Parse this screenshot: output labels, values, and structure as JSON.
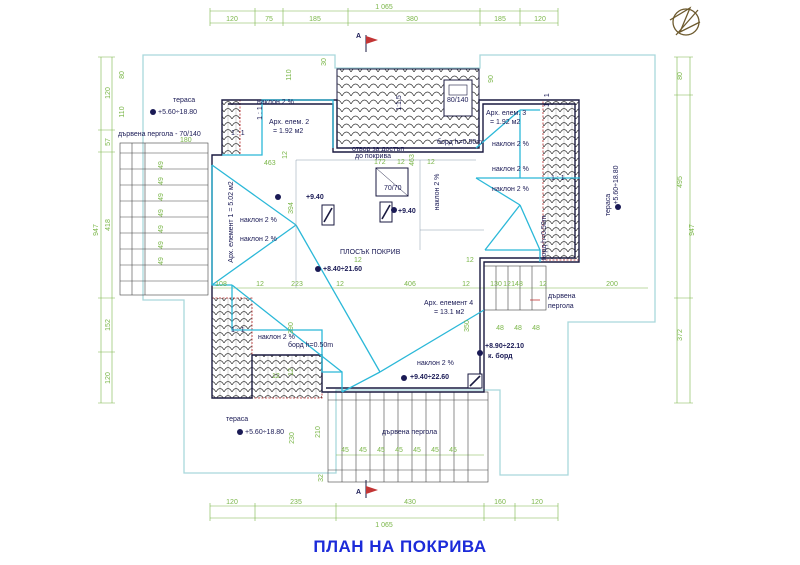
{
  "title": "ПЛАН НА ПОКРИВА",
  "colors": {
    "outline": "#1a1a40",
    "cyan": "#2bb8d8",
    "terrace": "#a9d8dc",
    "dimension": "#7ab648",
    "label": "#1a1a55",
    "title": "#1c2bd9",
    "tile_edge": "#b02020"
  },
  "section_marker": "A",
  "dims": {
    "top_total": "1 065",
    "top_segments": [
      "120",
      "75",
      "185",
      "380",
      "185",
      "120"
    ],
    "bottom_total": "1 065",
    "bottom_segments": [
      "120",
      "235",
      "430",
      "160",
      "120"
    ],
    "left_total": "947",
    "left_segments": [
      "120",
      "57",
      "418",
      "152",
      "120"
    ],
    "left_inner": [
      "80",
      "110",
      "180",
      "49",
      "49",
      "49",
      "49",
      "49",
      "49",
      "49"
    ],
    "right_total": "947",
    "right_segments": [
      "80",
      "495",
      "372"
    ],
    "mid_row": [
      "108",
      "12",
      "223",
      "12",
      "406",
      "12",
      "130",
      "12",
      "148",
      "12",
      "200"
    ],
    "misc": [
      "30",
      "110",
      "90",
      "463",
      "12",
      "172",
      "12",
      "463",
      "12",
      "394",
      "12",
      "12",
      "350",
      "390",
      "12",
      "230",
      "210",
      "45",
      "45",
      "45",
      "45",
      "45",
      "45",
      "45",
      "48",
      "48",
      "48",
      "32",
      "12"
    ]
  },
  "labels": {
    "terrace": "тераса",
    "terrace_level_tl": "+5.60÷18.80",
    "terrace_level_right": "+5.60÷18.80",
    "terrace_level_bl": "+5.60÷18.80",
    "pergola_left": "дървена пергола - 70/140",
    "pergola_bottom": "дървена пергола",
    "pergola_right_1": "дървена",
    "pergola_right_2": "пергола",
    "slope": "наклон 2 %",
    "arch2_1": "Арх. елем. 2",
    "arch2_2": "= 1.92 м2",
    "arch3_1": "Арх. елем. 3",
    "arch3_2": "= 1.92 м2",
    "arch1": "Арх. елемент 1 = 5.02 м2",
    "arch4_1": "Арх. елемент 4",
    "arch4_2": "= 13.1 м2",
    "flat_roof": "ПЛОСЪК ПОКРИВ",
    "flat_roof_level": "+8.40÷21.60",
    "opening_1": "отвор за достъп",
    "opening_2": "до покрива",
    "opening_size": "70/70",
    "skylight": "80/140",
    "curb_top": "борд h=0.50m",
    "curb_bottom": "борд h=0.50m",
    "curb_side": "борд h=0.50m",
    "level_940": "+9.40",
    "level_940b": "+9.40",
    "level_940_2260": "+9.40÷22.60",
    "level_890": "+8.90÷22.10",
    "curb_label": "к. борд",
    "ratio": "1 : 1",
    "ratio_small": "1:1,5"
  }
}
